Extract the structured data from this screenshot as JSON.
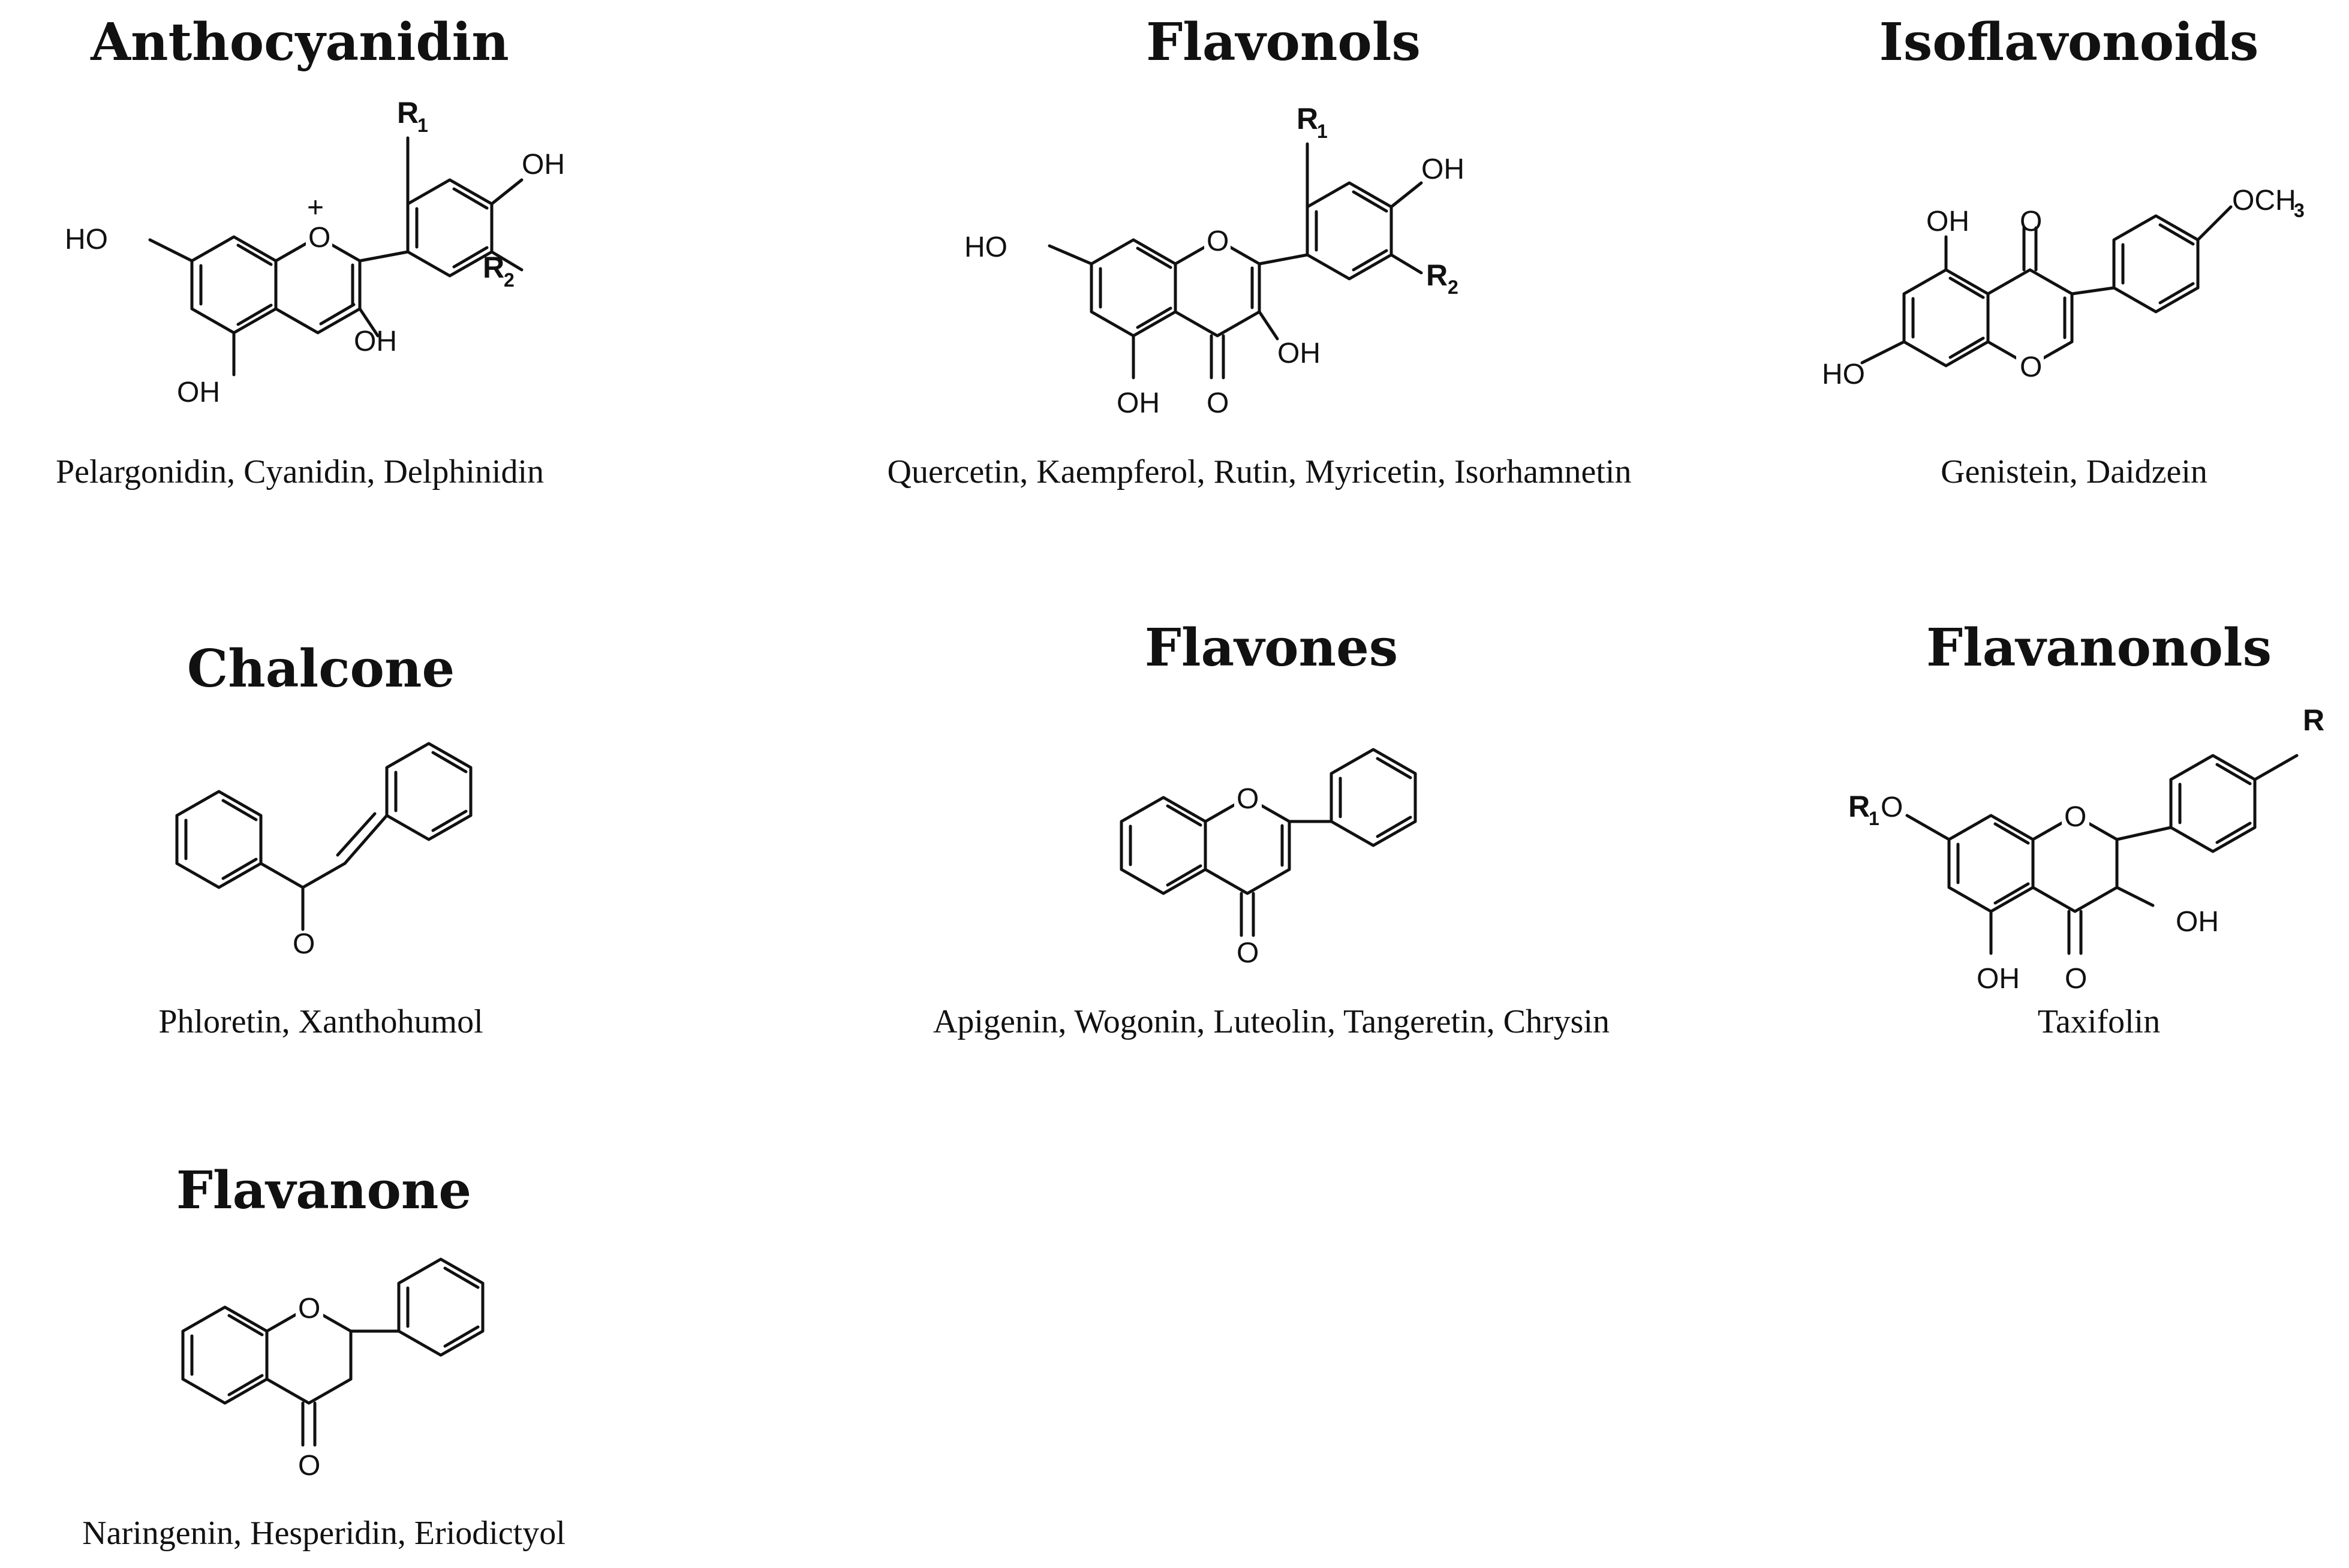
{
  "classes": [
    {
      "title": "Anthocyanidin",
      "examples": "Pelargonidin, Cyanidin, Delphinidin",
      "atoms": [
        "R",
        "1",
        "OH",
        "+",
        "O",
        "HO",
        "R",
        "2",
        "OH",
        "OH"
      ]
    },
    {
      "title": "Flavonols",
      "examples": "Quercetin, Kaempferol, Rutin, Myricetin, Isorhamnetin",
      "atoms": [
        "R",
        "1",
        "OH",
        "O",
        "HO",
        "R",
        "2",
        "OH",
        "OH",
        "O"
      ]
    },
    {
      "title": "Isoflavonoids",
      "examples": "Genistein, Daidzein",
      "atoms": [
        "OCH",
        "3",
        "OH",
        "O",
        "HO",
        "O"
      ]
    },
    {
      "title": "Chalcone",
      "examples": "Phloretin, Xanthohumol",
      "atoms": [
        "O"
      ]
    },
    {
      "title": "Flavones",
      "examples": "Apigenin, Wogonin, Luteolin, Tangeretin, Chrysin",
      "atoms": [
        "O",
        "O"
      ]
    },
    {
      "title": "Flavanonols",
      "examples": "Taxifolin",
      "atoms": [
        "R",
        "R",
        "1",
        "O",
        "O",
        "OH",
        "OH",
        "O"
      ]
    },
    {
      "title": "Flavanone",
      "examples": "Naringenin, Hesperidin, Eriodictyol",
      "atoms": [
        "O",
        "O"
      ]
    }
  ]
}
